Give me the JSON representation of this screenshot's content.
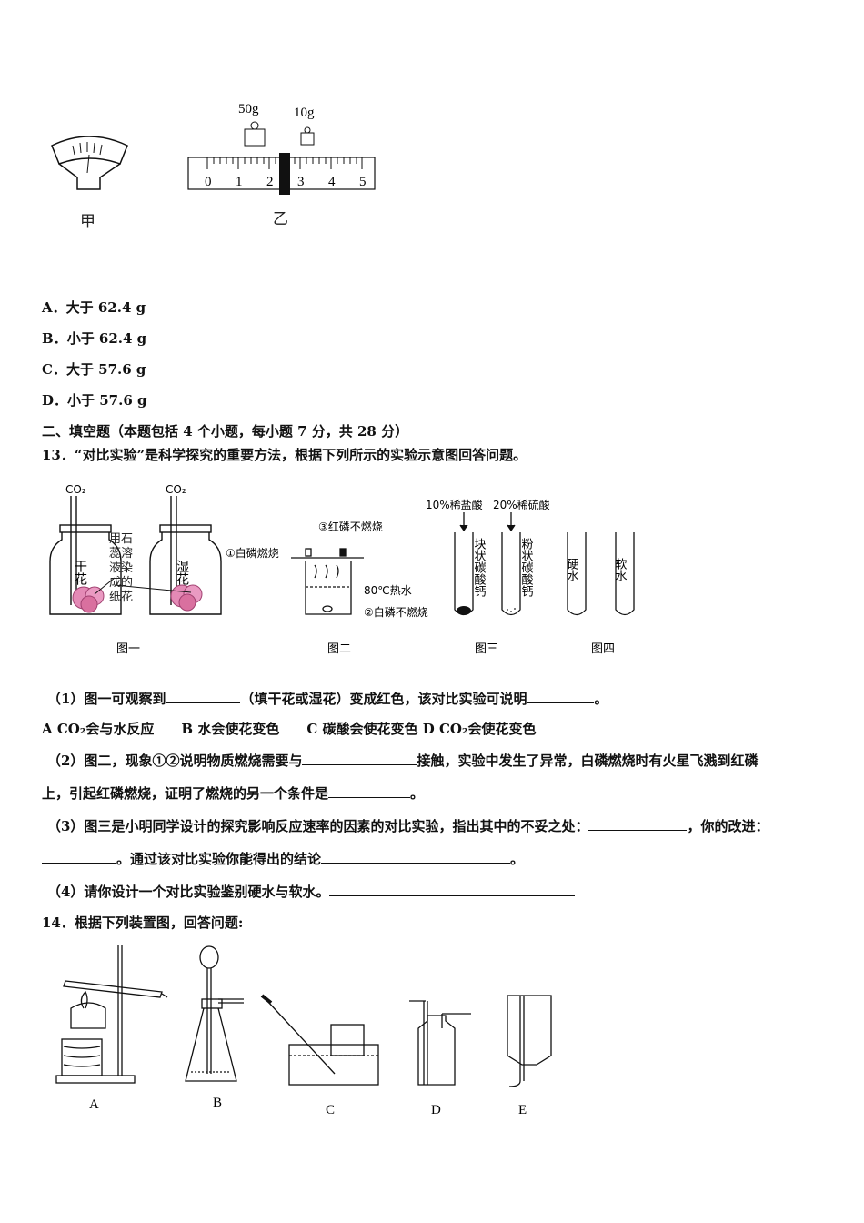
{
  "figure_top": {
    "label_jia": "甲",
    "label_yi": "乙",
    "weight_50": "50g",
    "weight_10": "10g",
    "scale_ticks": [
      "0",
      "1",
      "2",
      "3",
      "4",
      "5"
    ]
  },
  "q12_options": [
    {
      "letter": "A．",
      "text": "大于 62.4 g"
    },
    {
      "letter": "B．",
      "text": "小于 62.4 g"
    },
    {
      "letter": "C．",
      "text": "大于 57.6 g"
    },
    {
      "letter": "D．",
      "text": "小于 57.6 g"
    }
  ],
  "section_title": "二、填空题（本题包括 4 个小题，每小题 7 分，共 28 分）",
  "q13": {
    "stem": "13．“对比实验”是科学探究的重要方法，根据下列所示的实验示意图回答问题。",
    "fig1": {
      "co2_a": "CO₂",
      "co2_b": "CO₂",
      "dry": "干花",
      "wet": "湿花",
      "note": "用石蕊溶液染成的纸花",
      "caption": "图一"
    },
    "fig2": {
      "l1": "①白磷燃烧",
      "l3": "③红磷不燃烧",
      "l80": "80℃热水",
      "l2": "②白磷不燃烧",
      "caption": "图二"
    },
    "fig3": {
      "acid1": "10%稀盐酸",
      "acid2": "20%稀硫酸",
      "t1": "块状碳酸钙",
      "t2": "粉状碳酸钙",
      "caption": "图三"
    },
    "fig4": {
      "t1": "硬水",
      "t2": "软水",
      "caption": "图四"
    },
    "p1_a": "（1）图一可观察到",
    "p1_b": "（填干花或湿花）变成红色，该对比实验可说明",
    "p1_c": "。",
    "p1_opts": "A CO₂会与水反应　　B 水会使花变色　　C 碳酸会使花变色 D CO₂会使花变色",
    "p2_a": "（2）图二，现象①②说明物质燃烧需要与",
    "p2_b": "接触，实验中发生了异常，白磷燃烧时有火星飞溅到红磷",
    "p2_c": "上，引起红磷燃烧，证明了燃烧的另一个条件是",
    "p2_d": "。",
    "p3_a": "（3）图三是小明同学设计的探究影响反应速率的因素的对比实验，指出其中的不妥之处：",
    "p3_b": "，你的改进：",
    "p3_c": "。通过该对比实验你能得出的结论",
    "p3_d": "。",
    "p4": "（4）请你设计一个对比实验鉴别硬水与软水。"
  },
  "q14": {
    "stem": "14．根据下列装置图，回答问题:",
    "labels": [
      "A",
      "B",
      "C",
      "D",
      "E"
    ]
  }
}
